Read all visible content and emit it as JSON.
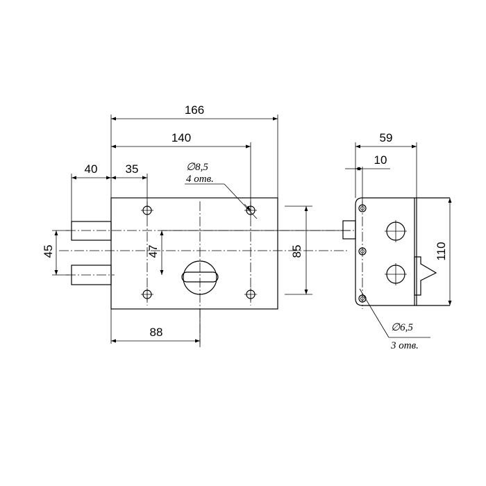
{
  "dimensions": {
    "d166": "166",
    "d140": "140",
    "d40": "40",
    "d35": "35",
    "d45": "45",
    "d47": "47",
    "d85": "85",
    "d88": "88",
    "d59": "59",
    "d10": "10",
    "d110": "110"
  },
  "notes": {
    "hole_large_diameter": "∅8,5",
    "hole_large_count": "4 отв.",
    "hole_small_diameter": "∅6,5",
    "hole_small_count": "3 отв."
  },
  "colors": {
    "line": "#000000",
    "background": "#ffffff"
  }
}
